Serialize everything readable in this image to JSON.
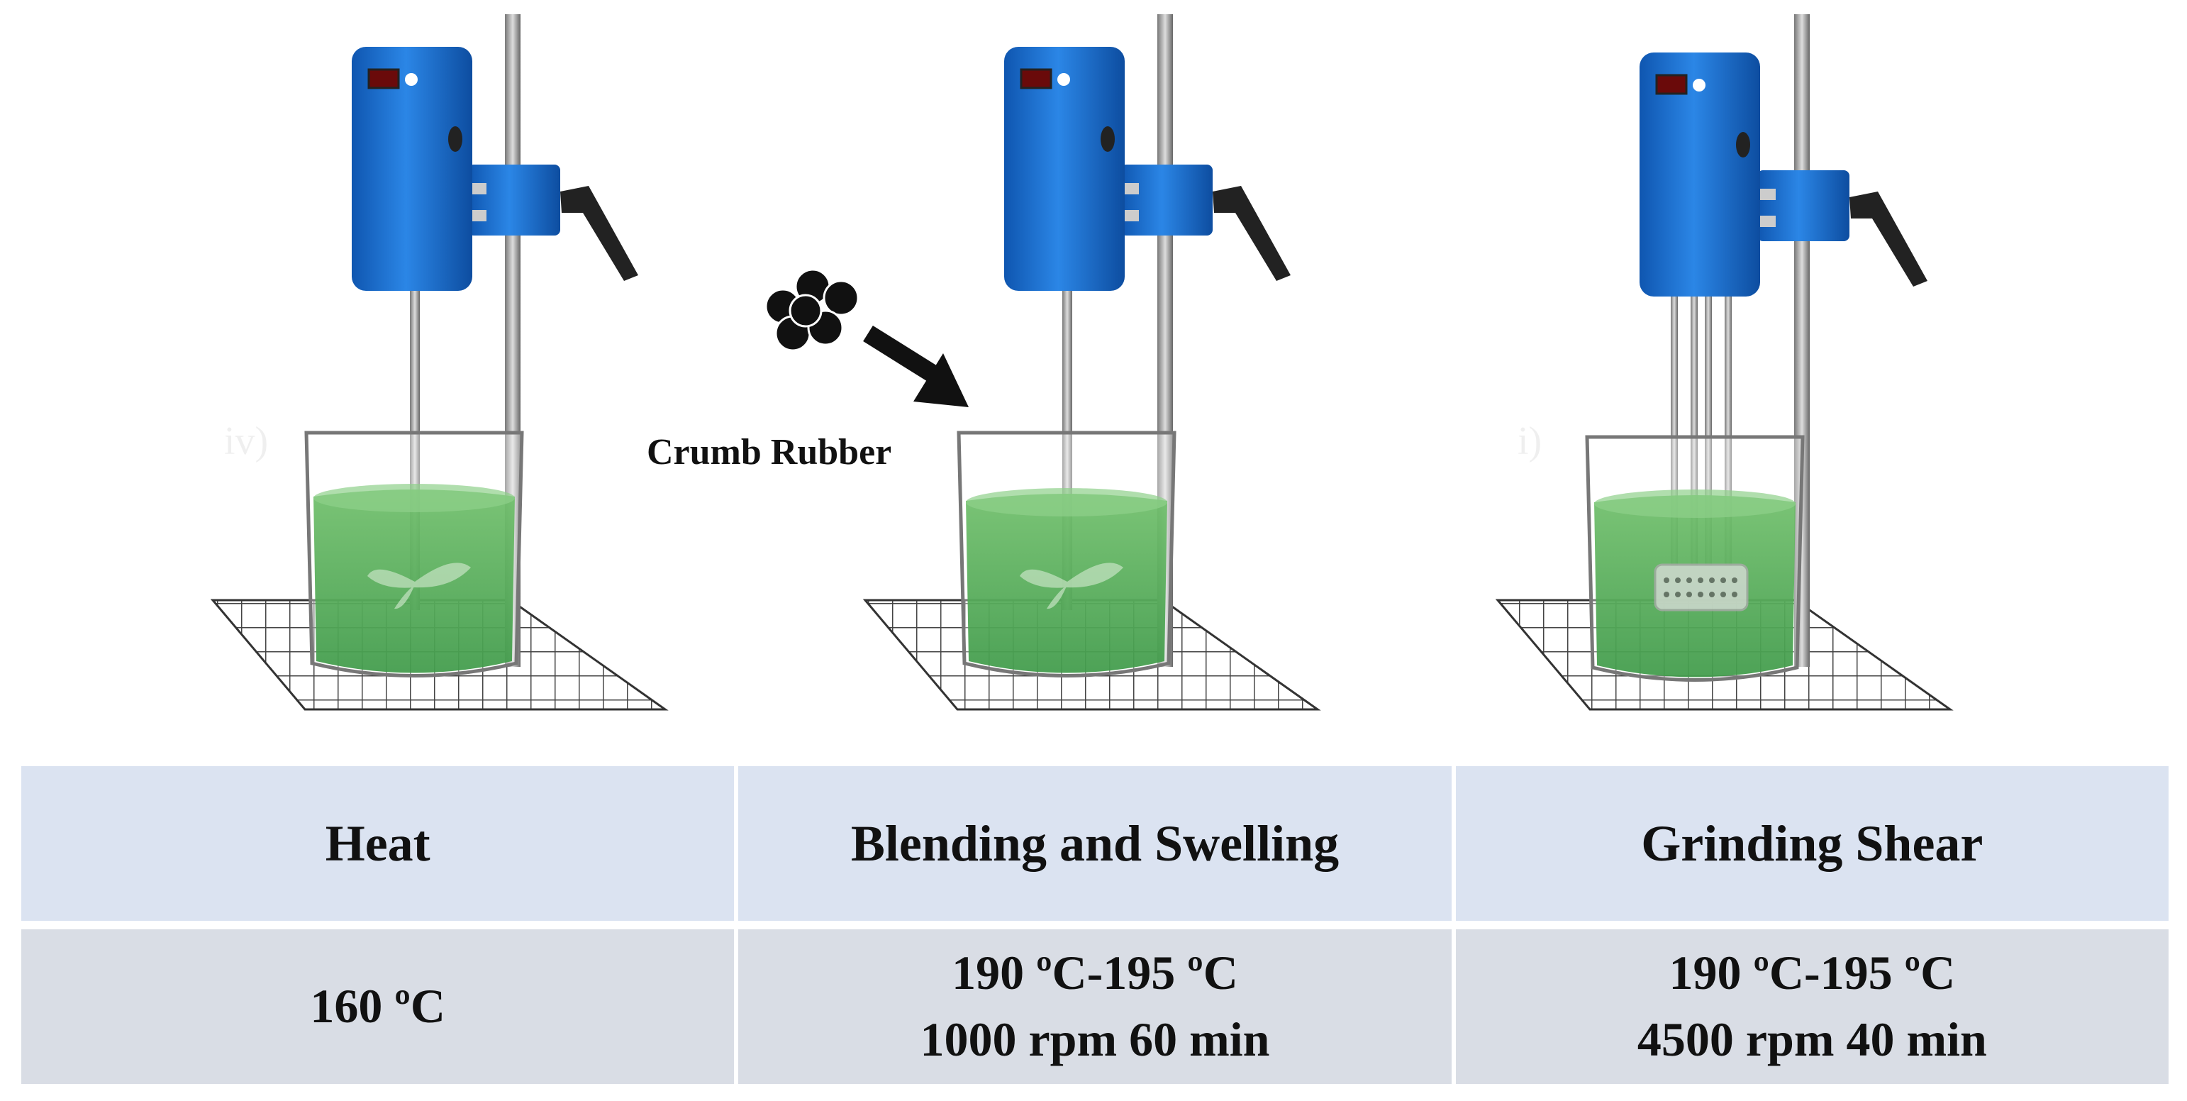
{
  "figure": {
    "crumb_label": "Crumb Rubber",
    "faint_labels": [
      "iv)",
      "i)"
    ],
    "colors": {
      "mixer_blue": "#1a73d6",
      "liquid_green": "#4caf50",
      "header_fill": "#dbe3f1",
      "condition_fill": "#d9dde5"
    },
    "icons": [
      "overhead-mixer",
      "propeller-impeller",
      "disperser-head",
      "glass-beaker",
      "grid-mat",
      "crumb-rubber-particles",
      "arrow"
    ]
  },
  "table": {
    "headers": [
      "Heat",
      "Blending and Swelling",
      "Grinding Shear"
    ],
    "conditions": [
      [
        "160 ºC"
      ],
      [
        "190 ºC-195 ºC",
        "1000 rpm 60 min"
      ],
      [
        "190 ºC-195 ºC",
        "4500 rpm 40 min"
      ]
    ]
  }
}
